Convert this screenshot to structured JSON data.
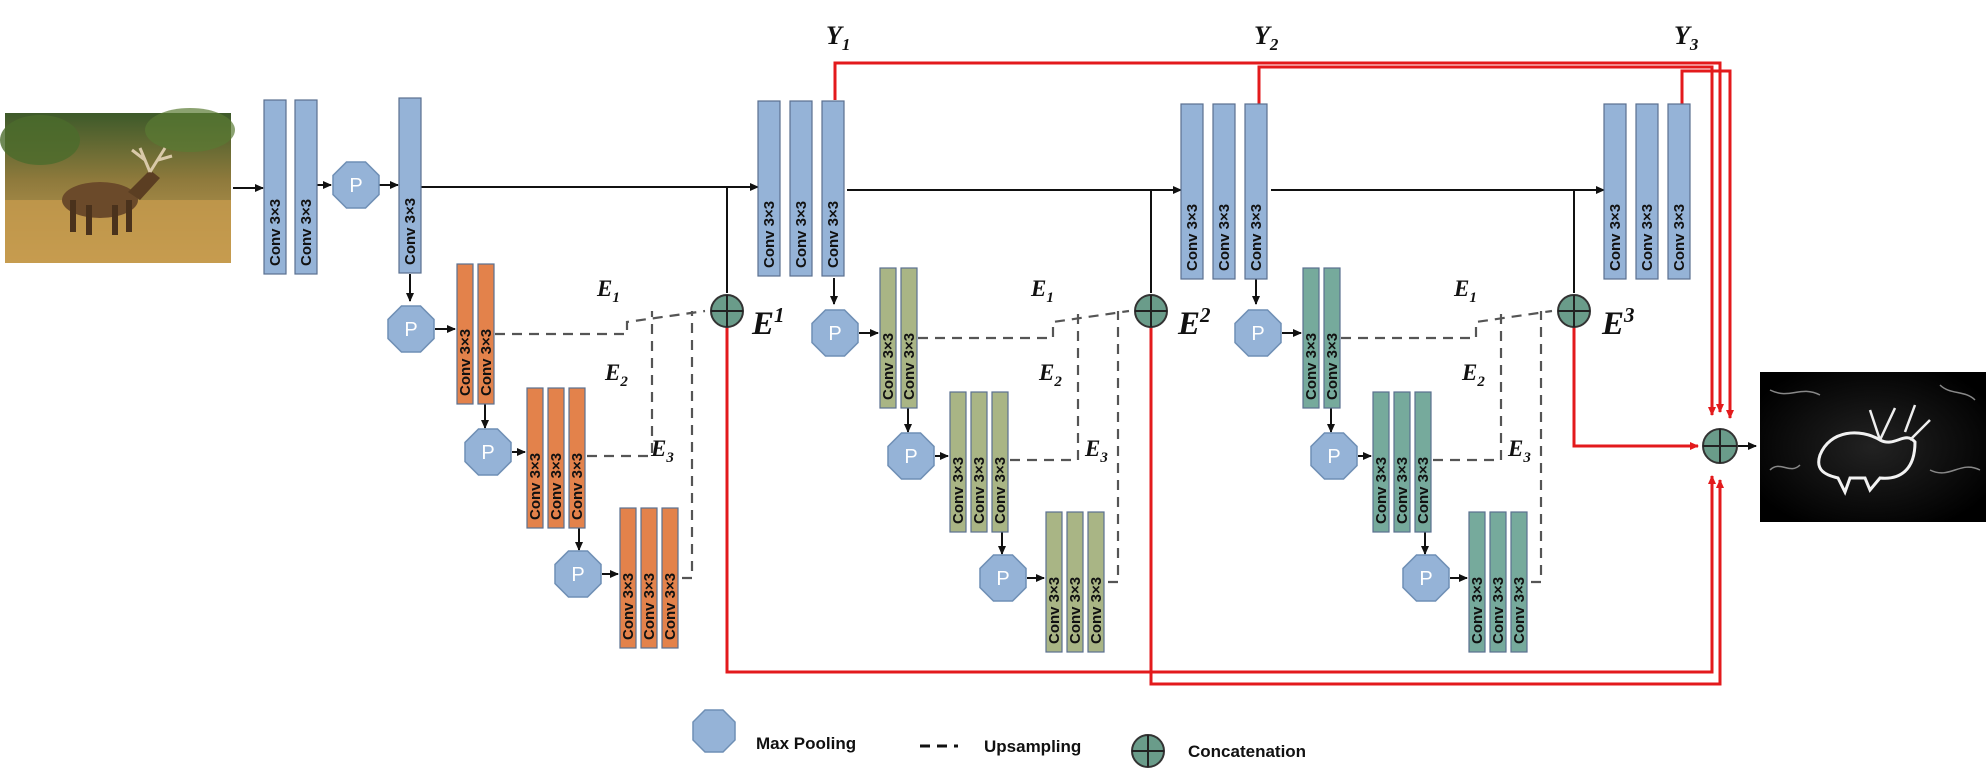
{
  "labels": {
    "conv": "Conv 3×3",
    "pool": "P",
    "Y": "Y",
    "E": "E",
    "sub1": "1",
    "sub2": "2",
    "sub3": "3"
  },
  "legend": {
    "max_pooling": "Max Pooling",
    "upsampling": "Upsampling",
    "concatenation": "Concatenation"
  },
  "colors": {
    "encoder_blue": "#95b3d7",
    "stage1_orange": "#e3824b",
    "stage2_olive": "#a9b585",
    "stage3_teal": "#76aa9c",
    "concat_fill": "#6a9c8a",
    "red_line": "#e31a1c",
    "black_line": "#111111",
    "dashed_line": "#555555"
  },
  "icons": {
    "pool": "octagon",
    "concat": "circle-plus",
    "input_image": "elk-photo",
    "output_image": "edge-map"
  }
}
